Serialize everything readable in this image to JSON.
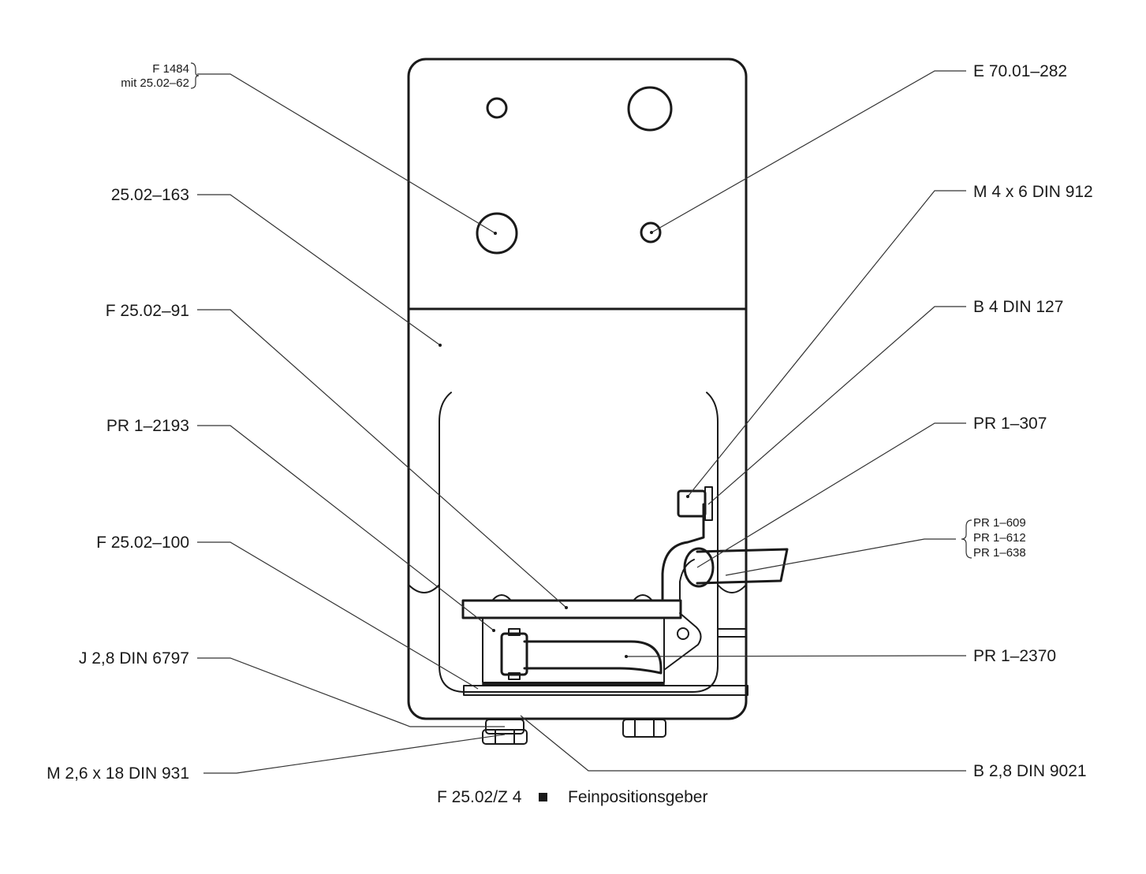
{
  "figure": {
    "caption": {
      "code": "F 25.02/Z 4",
      "title": "Feinpositionsgeber"
    },
    "labels_left": [
      {
        "id": "f1484",
        "lines": [
          "F 1484",
          "mit 25.02–62"
        ]
      },
      {
        "id": "p25-02-163",
        "lines": [
          "25.02–163"
        ]
      },
      {
        "id": "f25-02-91",
        "lines": [
          "F 25.02–91"
        ]
      },
      {
        "id": "pr1-2193",
        "lines": [
          "PR 1–2193"
        ]
      },
      {
        "id": "f25-02-100",
        "lines": [
          "F 25.02–100"
        ]
      },
      {
        "id": "j2-8-din6797",
        "lines": [
          "J 2,8 DIN 6797"
        ]
      },
      {
        "id": "m2-6x18-din931",
        "lines": [
          "M 2,6 x 18 DIN 931"
        ]
      }
    ],
    "labels_right": [
      {
        "id": "e70-01-282",
        "lines": [
          "E 70.01–282"
        ]
      },
      {
        "id": "m4x6-din912",
        "lines": [
          "M 4 x 6 DIN 912"
        ]
      },
      {
        "id": "b4-din127",
        "lines": [
          "B 4 DIN 127"
        ]
      },
      {
        "id": "pr1-307",
        "lines": [
          "PR 1–307"
        ]
      },
      {
        "id": "pr1-609-group",
        "lines": [
          "PR 1–609",
          "PR 1–612",
          "PR 1–638"
        ]
      },
      {
        "id": "pr1-2370",
        "lines": [
          "PR 1–2370"
        ]
      },
      {
        "id": "b2-8-din9021",
        "lines": [
          "B 2,8 DIN 9021"
        ]
      }
    ]
  }
}
